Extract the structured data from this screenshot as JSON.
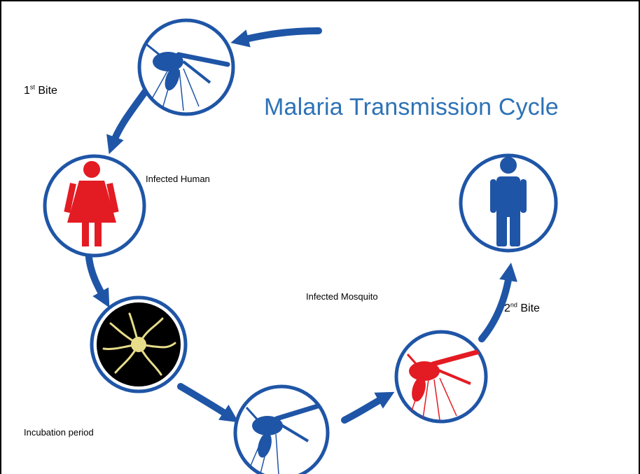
{
  "title": "Malaria Transmission Cycle",
  "labels": {
    "first_bite_num": "1",
    "first_bite_sup": "st",
    "first_bite_word": "Bite",
    "infected_human": "Infected Human",
    "infected_mosquito": "Infected Mosquito",
    "second_bite_num": "2",
    "second_bite_sup": "nd",
    "second_bite_word": "Bite",
    "incubation_period": "Incubation period"
  },
  "colors": {
    "accent_blue": "#1f55a6",
    "title_blue": "#2d72b5",
    "infected_red": "#e31b23",
    "parasite_yellow": "#e6dc8a"
  },
  "icons": [
    "mosquito-icon",
    "female-human-icon",
    "parasite-icon",
    "mosquito-icon",
    "infected-mosquito-icon",
    "male-human-icon"
  ]
}
